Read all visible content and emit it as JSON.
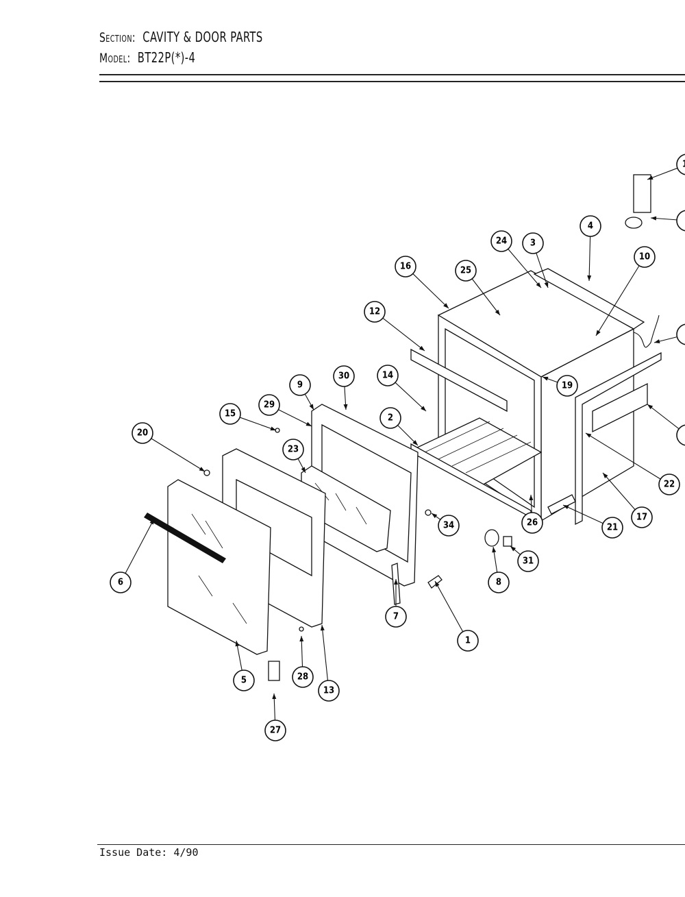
{
  "header": {
    "section_label": "Section:",
    "section_value": "CAVITY & DOOR PARTS",
    "model_label": "Model:",
    "model_value": "BT22P(*)-4"
  },
  "footer": {
    "issue_date": "Issue Date: 4/90"
  },
  "callouts": [
    "1",
    "2",
    "3",
    "4",
    "5",
    "6",
    "7",
    "8",
    "9",
    "10",
    "12",
    "13",
    "14",
    "15",
    "16",
    "17",
    "19",
    "20",
    "21",
    "22",
    "23",
    "24",
    "25",
    "26",
    "27",
    "28",
    "29",
    "30",
    "31",
    "34"
  ],
  "edge_callouts": [
    "1",
    "",
    "",
    ""
  ]
}
